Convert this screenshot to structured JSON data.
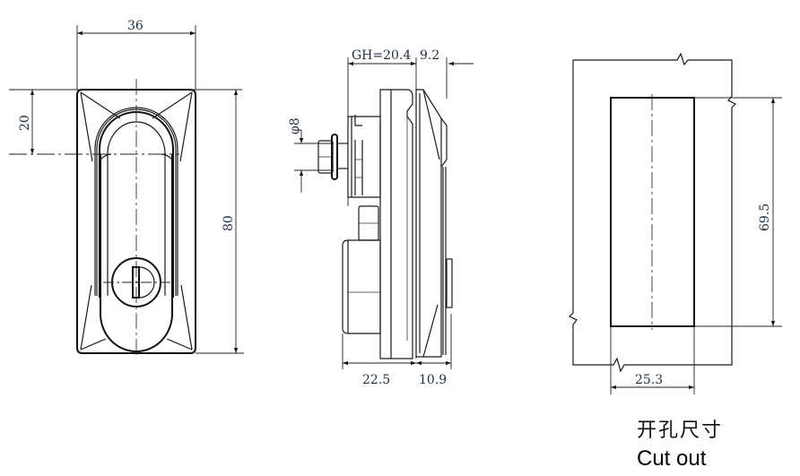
{
  "front_view": {
    "width_dim": "36",
    "height_dim": "80",
    "top_offset_dim": "20"
  },
  "side_view": {
    "gh_dim": "GH=20.4",
    "front_depth_dim": "9.2",
    "shaft_dim": "φ8",
    "rear_depth_dim": "22.5",
    "front_total_dim": "10.9"
  },
  "cutout_view": {
    "height_dim": "69.5",
    "width_dim": "25.3"
  },
  "caption": {
    "chinese": "开孔尺寸",
    "english": "Cut out"
  },
  "colors": {
    "line": "#1a1a1a",
    "dim_text": "#1f2f4a",
    "background": "#ffffff"
  }
}
